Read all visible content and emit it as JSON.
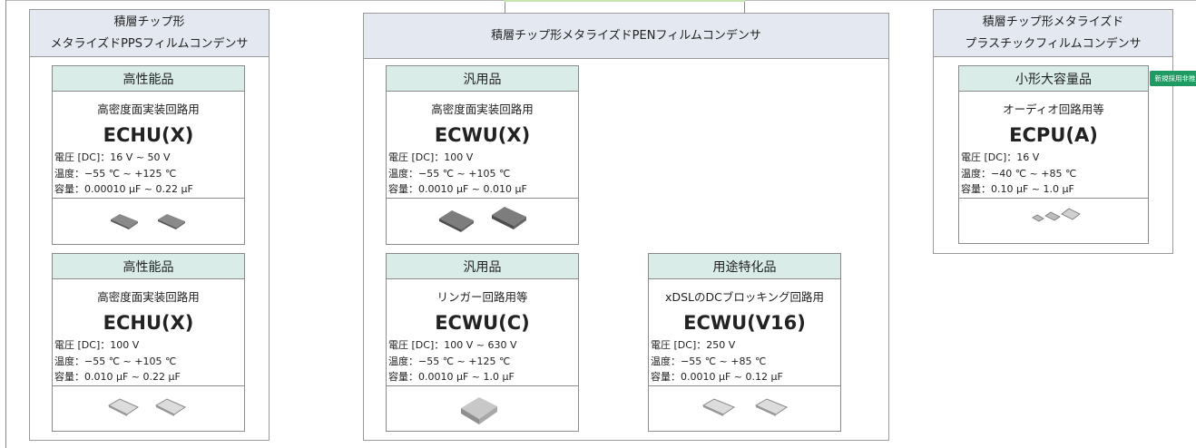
{
  "groups": [
    {
      "title_lines": [
        "積層チップ形",
        "メタライズドPPSフィルムコンデンサ"
      ]
    },
    {
      "title_lines": [
        "積層チップ形メタライズドPENフィルムコンデンサ"
      ]
    },
    {
      "title_lines": [
        "積層チップ形メタライズド",
        "プラスチックフィルムコンデンサ"
      ]
    }
  ],
  "cards": [
    {
      "category": "高性能品",
      "use": "高密度面実装回路用",
      "model": "ECHU(X)",
      "specs": [
        "電圧 [DC]：16 V ~ 50 V",
        "温度：−55 ℃ ~ +125 ℃",
        "容量：0.00010 µF ~ 0.22 µF"
      ]
    },
    {
      "category": "高性能品",
      "use": "高密度面実装回路用",
      "model": "ECHU(X)",
      "specs": [
        "電圧 [DC]：100 V",
        "温度：−55 ℃ ~ +105 ℃",
        "容量：0.010 µF ~ 0.22 µF"
      ]
    },
    {
      "category": "汎用品",
      "use": "高密度面実装回路用",
      "model": "ECWU(X)",
      "specs": [
        "電圧 [DC]：100 V",
        "温度：−55 ℃ ~ +105 ℃",
        "容量：0.0010 µF ~ 0.010 µF"
      ]
    },
    {
      "category": "汎用品",
      "use": "リンガー回路用等",
      "model": "ECWU(C)",
      "specs": [
        "電圧 [DC]：100 V ~ 630 V",
        "温度：−55 ℃ ~ +125 ℃",
        "容量：0.0010 µF ~ 1.0 µF"
      ]
    },
    {
      "category": "用途特化品",
      "use": "xDSLのDCブロッキング回路用",
      "model": "ECWU(V16)",
      "specs": [
        "電圧 [DC]：250 V",
        "温度：−55 ℃ ~ +85 ℃",
        "容量：0.0010 µF ~ 0.12 µF"
      ]
    },
    {
      "category": "小形大容量品",
      "use": "オーディオ回路用等",
      "model": "ECPU(A)",
      "badge": "新規採用非推奨",
      "specs": [
        "電圧 [DC]：16 V",
        "温度：−40 ℃ ~ +85 ℃",
        "容量：0.10 µF ~ 1.0 µF"
      ]
    }
  ],
  "colors": {
    "group_header": "#e4e9f1",
    "card_header": "#d9ece8",
    "badge": "#1e9a62"
  }
}
